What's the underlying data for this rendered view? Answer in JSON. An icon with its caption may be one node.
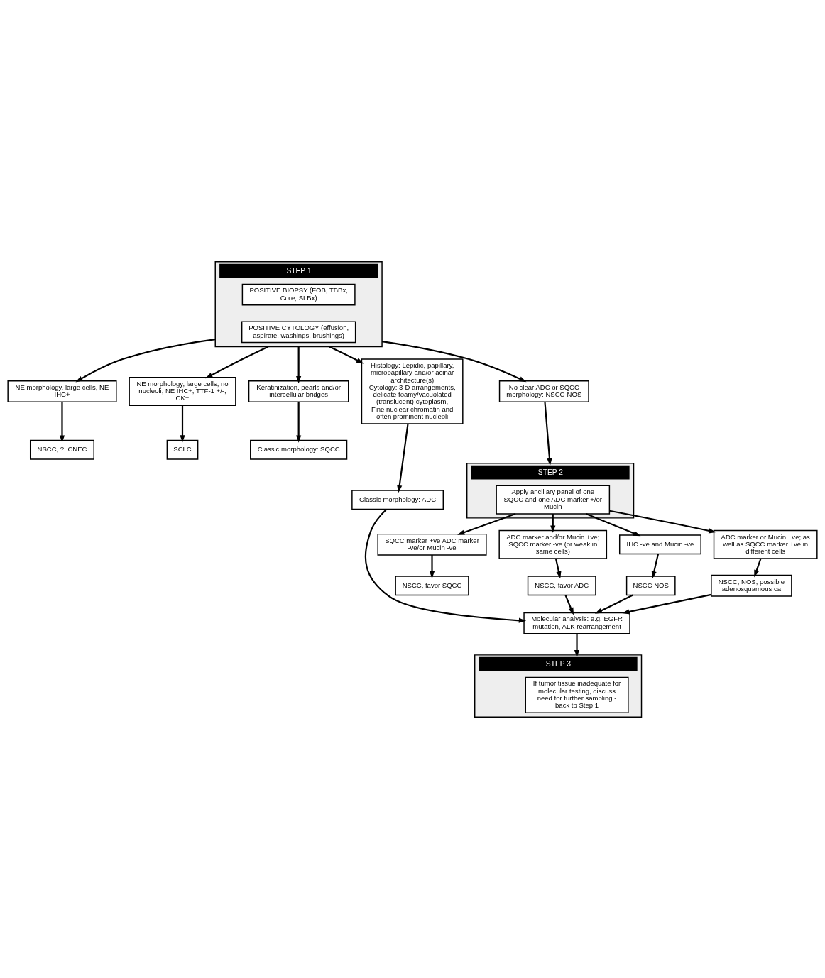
{
  "diagram": {
    "nodes": [
      {
        "text": [
          "STEP 1"
        ]
      },
      {
        "text": [
          "POSITIVE BIOPSY (FOB, TBBx, Core, SLBx)"
        ],
        "in": 0
      },
      {
        "text": [
          "POSITIVE CYTOLOGY (effusion, aspirate, washings, brushings)"
        ],
        "in": 0
      },
      {
        "text": [
          "NE morphology, large cells, NE IHC+"
        ]
      },
      {
        "text": [
          "NE morphology, large cells, no nucleoli, NE IHC+, TTF-1 +/-, CK+"
        ]
      },
      {
        "text": [
          "Keratinization, pearls and/or intercellular bridges"
        ]
      },
      {
        "text": [
          "NSCC, ?LCNEC"
        ]
      },
      {
        "text": [
          "SCLC"
        ]
      },
      {
        "text": [
          "Classic morphology: SQCC"
        ]
      },
      {
        "text": [
          "Histology: Lepidic, papillary, micropapillary and/or acinar architecture(s)",
          "Cytology: 3-D arrangements, delicate foamy/vacuolated (translucent) cytoplasm,",
          "Fine nuclear chromatin and often prominent nucleoli"
        ]
      },
      {
        "text": [
          "No clear ADC or SQCC morphology: NSCC-NOS"
        ]
      },
      {
        "text": [
          "Classic morphology: ADC"
        ]
      },
      {
        "text": [
          "NSCC, favor SQCC"
        ]
      },
      {
        "text": [
          "SQCC marker +ve ADC marker -ve/or Mucin -ve"
        ]
      },
      {
        "text": [
          "STEP 2"
        ]
      },
      {
        "text": [
          "Apply ancillary panel of one SQCC and one ADC marker +/or Mucin"
        ],
        "in": 14
      },
      {
        "text": [
          "ADC marker and/or Mucin +ve; SQCC marker -ve (or weak in same cells)"
        ]
      },
      {
        "text": [
          "IHC -ve and Mucin -ve"
        ]
      },
      {
        "text": [
          "ADC marker or Mucin +ve; as well as SQCC marker +ve in different cells"
        ]
      },
      {
        "text": [
          "NSCC, favor ADC"
        ]
      },
      {
        "text": [
          "NSCC NOS"
        ]
      },
      {
        "text": [
          "NSCC, NOS, possible adenosquamous ca"
        ]
      },
      {
        "text": [
          "Molecular analysis: e.g. EGFR mutation, ALK rearrangement"
        ]
      },
      {
        "text": [
          "STEP 3"
        ]
      },
      {
        "text": [
          "If tumor tissue inadequate for molecular testing, discuss need for further sampling - back to Step 1"
        ],
        "in": 23
      }
    ],
    "edges": [
      {
        "from": 0,
        "to": 3,
        "arrow": "to"
      },
      {
        "from": 0,
        "to": 4,
        "arrow": "to"
      },
      {
        "from": 0,
        "to": 5,
        "arrow": "to"
      },
      {
        "from": 0,
        "to": 9,
        "arrow": "to"
      },
      {
        "from": 0,
        "to": 10,
        "arrow": "to"
      },
      {
        "from": 3,
        "to": 6,
        "arrow": "to"
      },
      {
        "from": 4,
        "to": 7,
        "arrow": "to"
      },
      {
        "from": 5,
        "to": 8,
        "arrow": "to"
      },
      {
        "from": 9,
        "to": 11,
        "arrow": "to"
      },
      {
        "from": 10,
        "to": 14,
        "arrow": "to"
      },
      {
        "from": 15,
        "to": 13,
        "arrow": "to"
      },
      {
        "from": 13,
        "to": 12,
        "arrow": "to"
      },
      {
        "from": 15,
        "to": 16,
        "arrow": "to"
      },
      {
        "from": 15,
        "to": 17,
        "arrow": "to"
      },
      {
        "from": 15,
        "to": 18,
        "arrow": "to"
      },
      {
        "from": 16,
        "to": 19,
        "arrow": "to"
      },
      {
        "from": 17,
        "to": 20,
        "arrow": "to"
      },
      {
        "from": 18,
        "to": 21,
        "arrow": "to"
      },
      {
        "from": 11,
        "to": 22,
        "arrow": "to"
      },
      {
        "from": 19,
        "to": 22,
        "arrow": "to"
      },
      {
        "from": 20,
        "to": 22,
        "arrow": "to"
      },
      {
        "from": 21,
        "to": 22,
        "arrow": "to"
      },
      {
        "from": 22,
        "to": 23,
        "arrow": "to"
      }
    ]
  }
}
